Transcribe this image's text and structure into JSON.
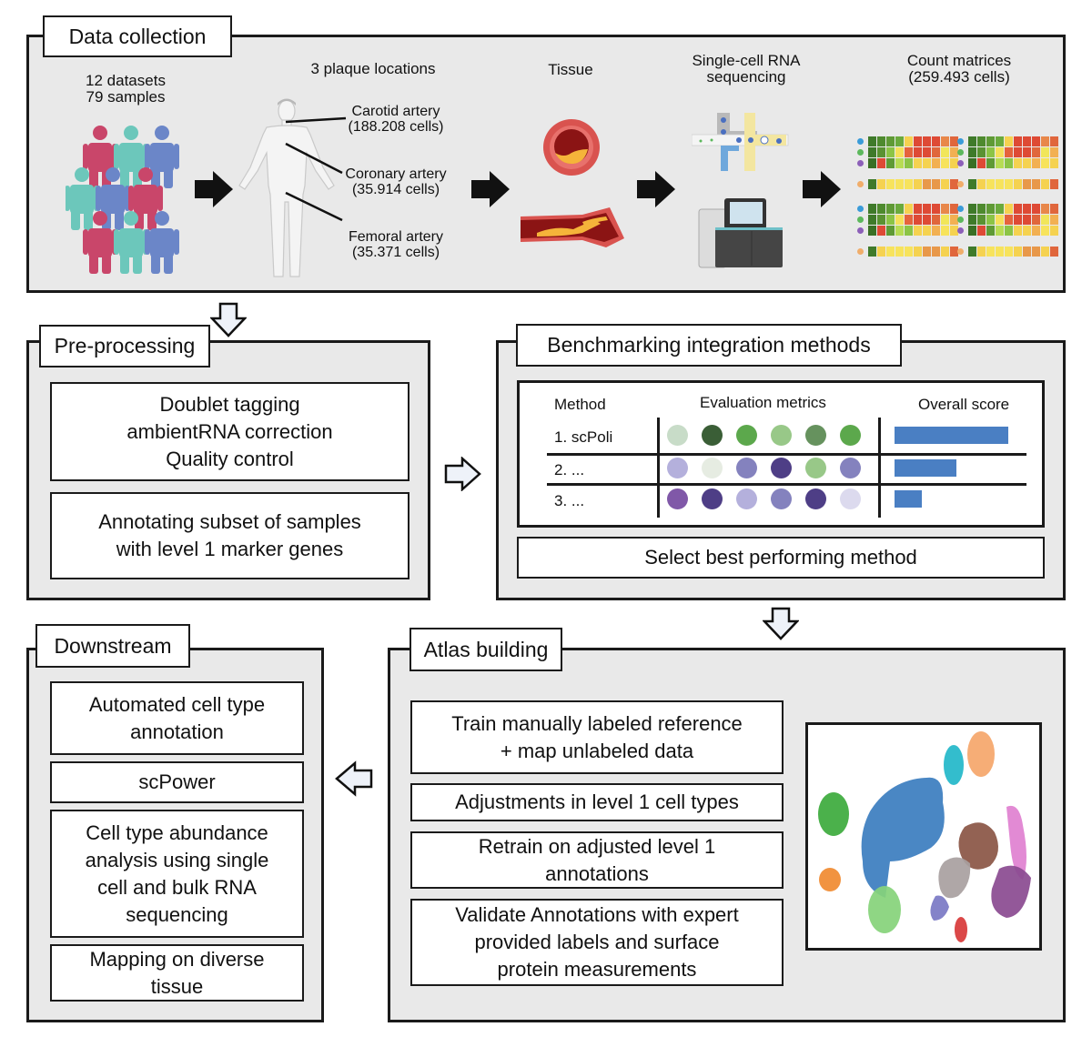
{
  "data_collection": {
    "title": "Data collection",
    "datasets_label": [
      "12 datasets",
      "79 samples"
    ],
    "plaque_header": "3 plaque locations",
    "locations": [
      {
        "name": "Carotid artery",
        "cells": "(188.208 cells)"
      },
      {
        "name": "Coronary artery",
        "cells": "(35.914 cells)"
      },
      {
        "name": "Femoral artery",
        "cells": "(35.371 cells)"
      }
    ],
    "tissue_header": "Tissue",
    "scrna_header": [
      "Single-cell RNA",
      "sequencing"
    ],
    "count_header": [
      "Count matrices",
      "(259.493 cells)"
    ],
    "people_colors": [
      "#c9466a",
      "#6cc7bb",
      "#6b86c8"
    ],
    "heatmap_rows": [
      [
        "#3f7a2a",
        "#4e8a2e",
        "#5f9a35",
        "#6aaa3c",
        "#f5d250",
        "#de4a35",
        "#de4a35",
        "#de4a35",
        "#e8874a",
        "#e0663c"
      ],
      [
        "#3f7a2a",
        "#5a9232",
        "#8cc446",
        "#f5e05a",
        "#e5643c",
        "#de4a35",
        "#de4a35",
        "#e0663c",
        "#f1e65a",
        "#f2b052"
      ],
      [
        "#3a6f25",
        "#de4a35",
        "#5f9a35",
        "#b7dc54",
        "#8cc446",
        "#f5d250",
        "#f5d250",
        "#f2b052",
        "#f7e35c",
        "#f5d250"
      ],
      [
        "#3f7a2a",
        "#f5d250",
        "#f7e35c",
        "#f7e35c",
        "#f7e35c",
        "#f5d250",
        "#e8984a",
        "#e8984a",
        "#f5d250",
        "#e0663c"
      ]
    ],
    "heatmap_dot_colors": [
      "#3a9bd8",
      "#5cb85c",
      "#8c5fb8",
      "#f0ad6a"
    ]
  },
  "preprocessing": {
    "title": "Pre-processing",
    "box1": [
      "Doublet tagging",
      "ambientRNA correction",
      "Quality control"
    ],
    "box2": [
      "Annotating subset of samples",
      "with level 1 marker genes"
    ]
  },
  "benchmarking": {
    "title": "Benchmarking integration methods",
    "col_method": "Method",
    "col_metrics": "Evaluation metrics",
    "col_score": "Overall score",
    "rows": [
      {
        "method": "1.  scPoli",
        "metric_colors": [
          "#c8dcc8",
          "#3a5e36",
          "#5ca84c",
          "#98c888",
          "#66925e",
          "#5ca84c"
        ],
        "score": 1.0
      },
      {
        "method": "2. ...",
        "metric_colors": [
          "#b4b0dc",
          "#e6ece2",
          "#8482be",
          "#4e3e86",
          "#98c888",
          "#8482be"
        ],
        "score": 0.54
      },
      {
        "method": "3. ...",
        "metric_colors": [
          "#8058a8",
          "#4e3e86",
          "#b4b0dc",
          "#8482be",
          "#4e3e86",
          "#dcdaee"
        ],
        "score": 0.24
      }
    ],
    "score_color": "#4a7fc3",
    "select_label": "Select best performing method"
  },
  "atlas": {
    "title": "Atlas building",
    "steps": [
      [
        "Train manually labeled reference",
        "+ map unlabeled data"
      ],
      [
        "Adjustments in level 1 cell types"
      ],
      [
        "Retrain on adjusted level 1",
        "annotations"
      ],
      [
        "Validate Annotations with expert",
        "provided labels and surface",
        "protein measurements"
      ]
    ],
    "umap_clusters": [
      {
        "color": "#3b7dbf"
      },
      {
        "color": "#3caa3c"
      },
      {
        "color": "#f08a30"
      },
      {
        "color": "#86d27a"
      },
      {
        "color": "#22b7c9"
      },
      {
        "color": "#f5a66a"
      },
      {
        "color": "#8a5544"
      },
      {
        "color": "#a8a0a0"
      },
      {
        "color": "#7a78c4"
      },
      {
        "color": "#e080d0"
      },
      {
        "color": "#8a4a90"
      },
      {
        "color": "#d83838"
      }
    ]
  },
  "downstream": {
    "title": "Downstream",
    "items": [
      [
        "Automated cell type",
        "annotation"
      ],
      [
        "scPower"
      ],
      [
        "Cell type abundance",
        "analysis using single",
        "cell and bulk RNA",
        "sequencing"
      ],
      [
        "Mapping on diverse",
        "tissue"
      ]
    ]
  }
}
